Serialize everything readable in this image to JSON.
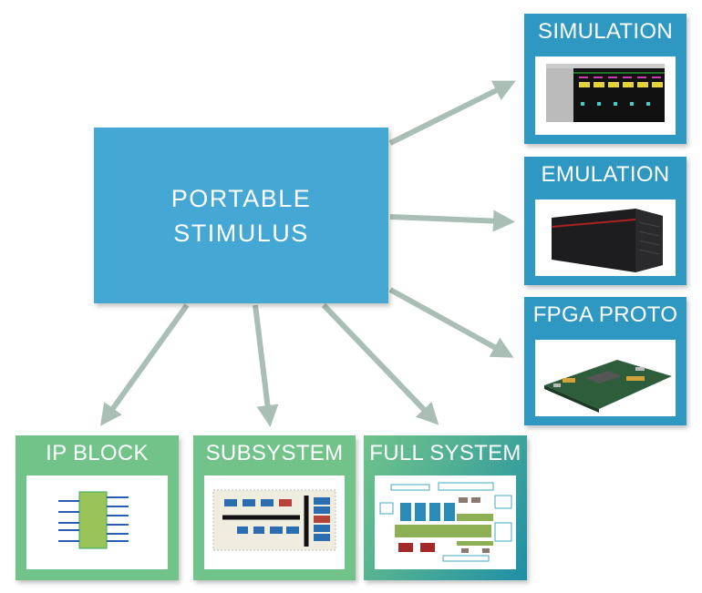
{
  "center": {
    "line1": "PORTABLE",
    "line2": "STIMULUS",
    "color": "#45a7d4"
  },
  "platforms": [
    {
      "label": "SIMULATION",
      "image": "waveform-viewer-screenshot"
    },
    {
      "label": "EMULATION",
      "image": "emulator-hardware-photo"
    },
    {
      "label": "FPGA PROTO",
      "image": "fpga-board-photo"
    }
  ],
  "levels": [
    {
      "label": "IP BLOCK",
      "image": "ip-block-diagram"
    },
    {
      "label": "SUBSYSTEM",
      "image": "subsystem-bus-diagram"
    },
    {
      "label": "FULL SYSTEM",
      "image": "soc-block-diagram"
    }
  ],
  "colors": {
    "platform": "#2e98c2",
    "level": "#72c38a",
    "arrow": "#a9beb5"
  }
}
